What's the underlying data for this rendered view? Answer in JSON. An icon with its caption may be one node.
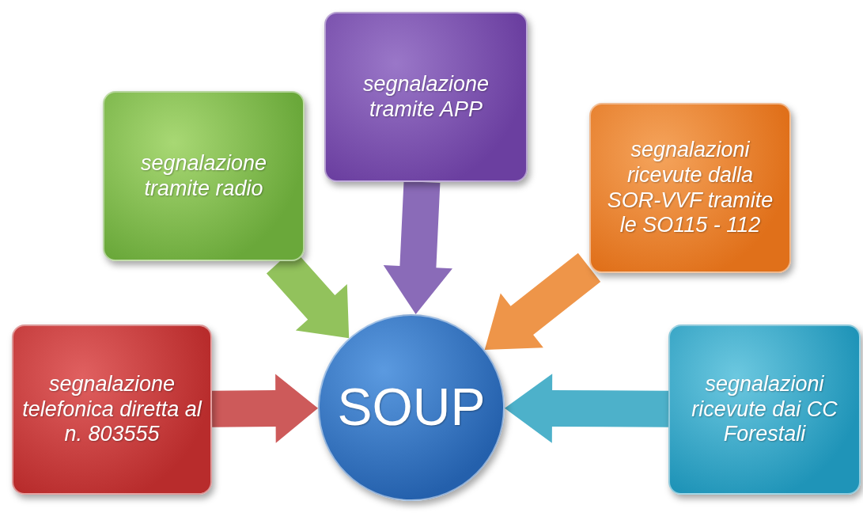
{
  "diagram": {
    "nodes": [
      {
        "text": [
          "segnalazione tramite APP"
        ]
      },
      {
        "text": [
          "segnalazione tramite radio"
        ]
      },
      {
        "text": [
          "segnalazioni ricevute dalla SOR-VVF tramite le SO115 - 112"
        ]
      },
      {
        "text": [
          "segnalazione telefonica diretta al n. 803555"
        ]
      },
      {
        "text": [
          "SOUP"
        ]
      },
      {
        "text": [
          "segnalazioni ricevute dai CC Forestali"
        ]
      }
    ],
    "edges": [
      {
        "from": 0,
        "to": 4,
        "arrow": "to",
        "style": "thick",
        "color": "#7d5bb0"
      },
      {
        "from": 1,
        "to": 4,
        "arrow": "to",
        "style": "thick",
        "color": "#86bb4a"
      },
      {
        "from": 2,
        "to": 4,
        "arrow": "to",
        "style": "thick",
        "color": "#ec8a35"
      },
      {
        "from": 3,
        "to": 4,
        "arrow": "to",
        "style": "thick",
        "color": "#c84848"
      },
      {
        "from": 5,
        "to": 4,
        "arrow": "to",
        "style": "thick",
        "color": "#3aa8c4"
      }
    ]
  }
}
